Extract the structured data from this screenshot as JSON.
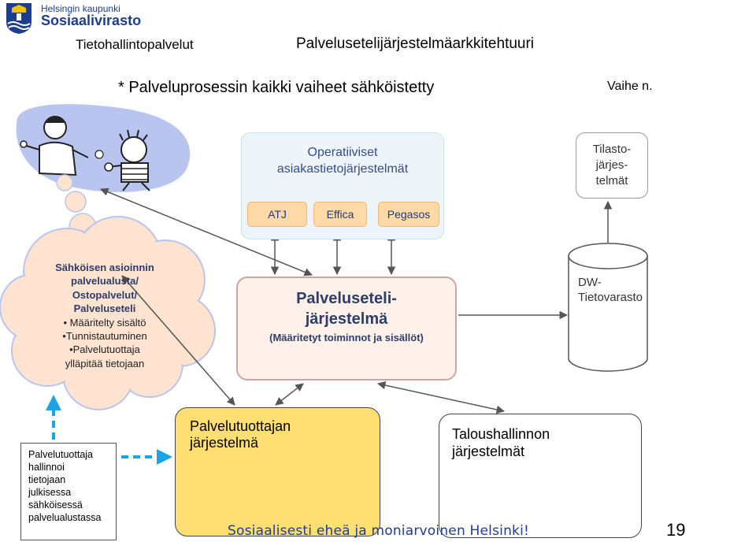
{
  "header": {
    "logo_city": "Helsingin kaupunki",
    "logo_department": "Sosiaalivirasto",
    "unit_name": "Tietohallintopalvelut",
    "title": "Palvelusetelijärjestelmäarkkitehtuuri",
    "subtitle": "* Palveluprosessin kaikki vaiheet sähköistetty",
    "phase": "Vaihe n."
  },
  "operative_systems": {
    "title": "Operatiiviset\nasiakastietojärjestelmät",
    "systems": [
      "ATJ",
      "Effica",
      "Pegasos"
    ]
  },
  "statistics_systems": {
    "label": "Tilasto-\njärjes-\ntelmät"
  },
  "e_service_cloud": {
    "heading": "Sähköisen asioinnin\npalvelualusta/\nOstopalvelut/\nPalveluseteli",
    "bullets": [
      "• Määritelty sisältö",
      "•Tunnistautuminen",
      "•Palvelutuottaja",
      "ylläpitää tietojaan"
    ]
  },
  "voucher_system": {
    "title": "Palveluseteli-\njärjestelmä",
    "subtitle": "(Määritetyt toiminnot ja sisällöt)"
  },
  "data_warehouse": {
    "label": "DW-\nTietovarasto"
  },
  "provider_note": {
    "lines": [
      "Palvelutuottaja",
      "hallinnoi",
      "tietojaan",
      "julkisessa",
      "sähköisessä",
      "palvelualustassa"
    ]
  },
  "provider_system": {
    "label": "Palvelutuottajan\njärjestelmä"
  },
  "finance_system": {
    "label": "Taloushallinnon\njärjestelmät"
  },
  "footer": {
    "slogan": "Sosiaalisesti eheä ja moniarvoinen Helsinki!",
    "page_number": "19"
  },
  "colors": {
    "brand_blue": "#1d3d8f",
    "cloud_fill": "#fde3d0",
    "system_orange": "#ffd9a6",
    "provider_yellow": "#ffde73",
    "dashed_arrow": "#1aa3e8",
    "ops_panel": "#eef5fa",
    "illustration_blob": "#b9c5ee"
  }
}
